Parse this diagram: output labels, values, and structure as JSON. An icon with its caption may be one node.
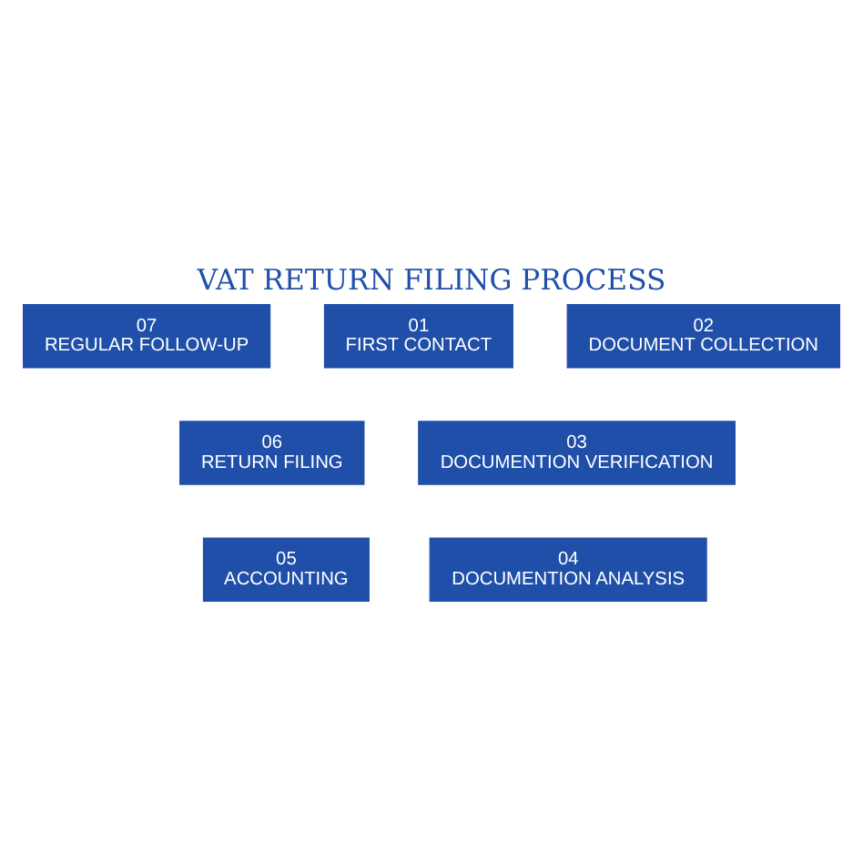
{
  "diagram": {
    "title": "VAT RETURN FILING PROCESS",
    "nodes": [
      {
        "text": [
          "01",
          "FIRST CONTACT"
        ]
      },
      {
        "text": [
          "02",
          "DOCUMENT COLLECTION"
        ]
      },
      {
        "text": [
          "03",
          "DOCUMENTION VERIFICATION"
        ]
      },
      {
        "text": [
          "04",
          "DOCUMENTION ANALYSIS"
        ]
      },
      {
        "text": [
          "05",
          "ACCOUNTING"
        ]
      },
      {
        "text": [
          "06",
          "RETURN FILING"
        ]
      },
      {
        "text": [
          "07",
          "REGULAR FOLLOW-UP"
        ]
      }
    ],
    "edges": []
  }
}
